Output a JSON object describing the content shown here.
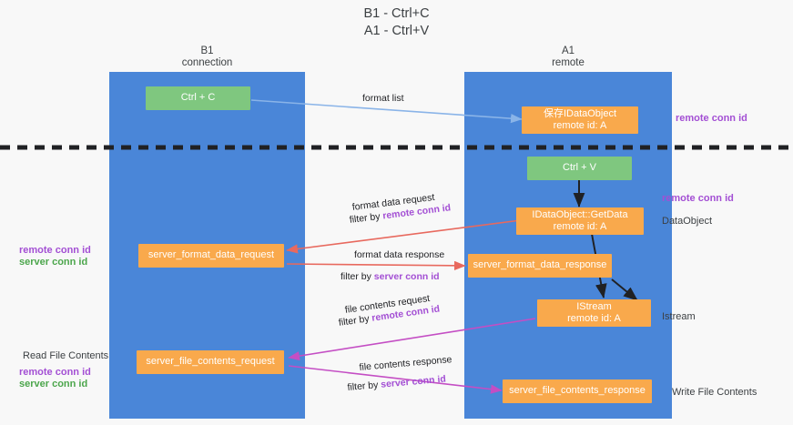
{
  "title": "B1 - Ctrl+C\nA1 - Ctrl+V",
  "columns": [
    {
      "name": "left-column",
      "title": "B1\nconnection"
    },
    {
      "name": "right-column",
      "title": "A1\nremote"
    }
  ],
  "nodes": {
    "ctrl_c": {
      "line1": "Ctrl + C",
      "line2": ""
    },
    "ctrl_v": {
      "line1": "Ctrl + V",
      "line2": ""
    },
    "store_dataobject": {
      "line1": "保存IDataObject",
      "line2": "remote id: A"
    },
    "getdata": {
      "line1": "IDataObject::GetData",
      "line2": "remote id: A"
    },
    "istream": {
      "line1": "IStream",
      "line2": "remote id: A"
    },
    "server_format_data_request": {
      "line1": "server_format_data_request",
      "line2": ""
    },
    "server_format_data_response": {
      "line1": "server_format_data_response",
      "line2": ""
    },
    "server_file_contents_request": {
      "line1": "server_file_contents_request",
      "line2": ""
    },
    "server_file_contents_response": {
      "line1": "server_file_contents_response",
      "line2": ""
    }
  },
  "edge_labels": {
    "format_list": "format list",
    "format_data_request_l1": "format data request",
    "format_data_request_filter_prefix": "filter by ",
    "format_data_request_filter_key": "remote conn id",
    "format_data_response_l1": "format data response",
    "format_data_response_filter_prefix": "filter by ",
    "format_data_response_filter_key": "server conn id",
    "file_contents_request_l1": "file contents request",
    "file_contents_request_filter_prefix": "filter by ",
    "file_contents_request_filter_key": "remote conn id",
    "file_contents_response_l1": "file contents response",
    "file_contents_response_filter_prefix": "filter by ",
    "file_contents_response_filter_key": "server conn id"
  },
  "side_labels": {
    "right_remote_conn_id_top": "remote conn id",
    "right_remote_conn_id_mid": "remote conn id",
    "right_dataobject": "DataObject",
    "right_istream": "Istream",
    "right_write_file_contents": "Write File Contents",
    "left_remote_conn_id": "remote conn id",
    "left_server_conn_id": "server conn id",
    "left_read_file_contents": "Read File Contents",
    "left_remote_conn_id_2": "remote conn id",
    "left_server_conn_id_2": "server conn id"
  },
  "colors": {
    "lane": "#4a86d8",
    "node_green": "#7fc77f",
    "node_orange": "#f9a94c",
    "accent_purple": "#a34fd4",
    "accent_green": "#4ca64c",
    "arrow_red": "#e8695e",
    "arrow_blue": "#8ab4e8",
    "arrow_magenta": "#c44ec4",
    "divider": "#202124"
  }
}
